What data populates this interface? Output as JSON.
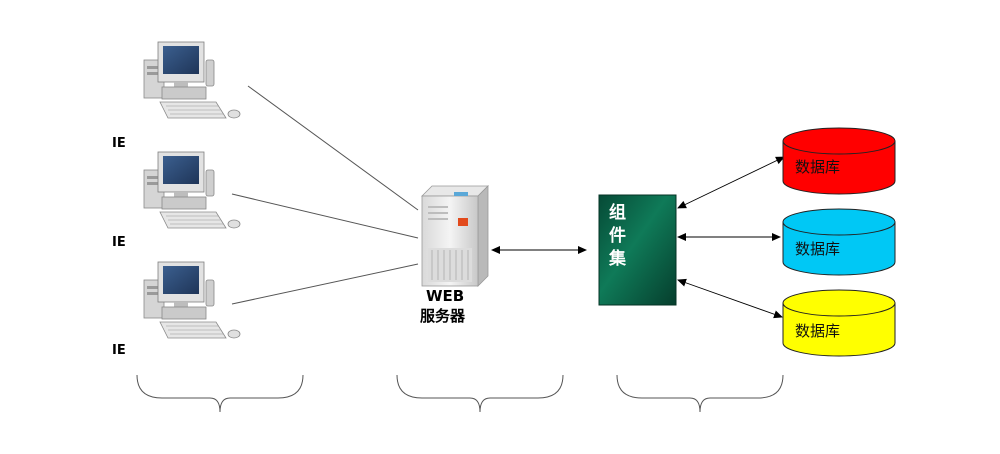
{
  "clients": [
    {
      "label": "IE"
    },
    {
      "label": "IE"
    },
    {
      "label": "IE"
    }
  ],
  "server": {
    "line1": "WEB",
    "line2": "服务器"
  },
  "components": {
    "chars": [
      "组",
      "件",
      "集"
    ],
    "color": "#0b6b4e"
  },
  "databases": [
    {
      "label": "数据库",
      "color": "#ff0000"
    },
    {
      "label": "数据库",
      "color": "#00c8f5"
    },
    {
      "label": "数据库",
      "color": "#ffff00"
    }
  ]
}
